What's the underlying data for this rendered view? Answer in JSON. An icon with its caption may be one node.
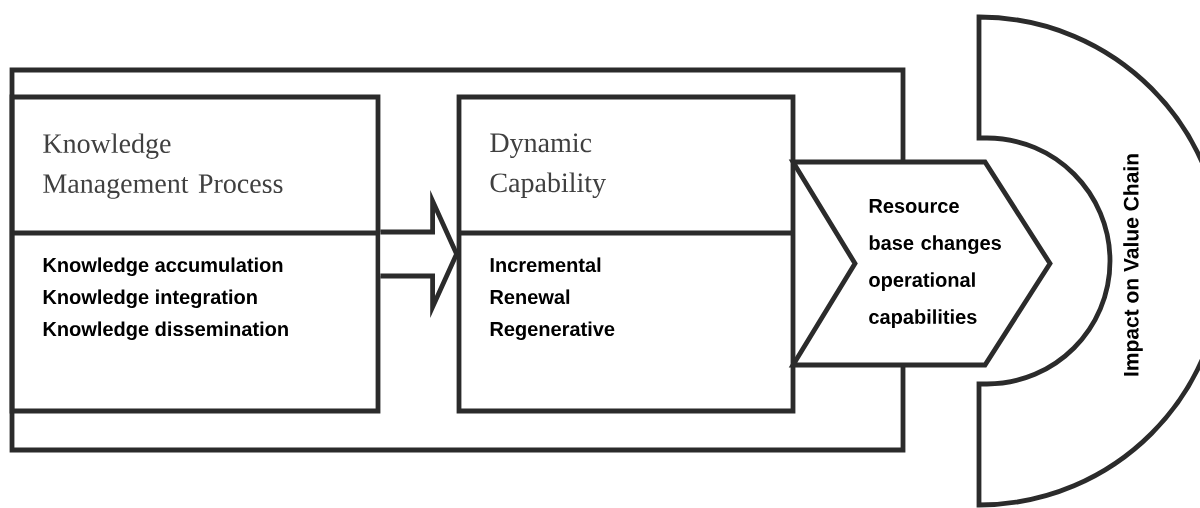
{
  "diagram": {
    "nodes": [
      {
        "text": [],
        "shape": "box"
      },
      {
        "text": [
          "Knowledge Management Process",
          "Knowledge accumulation",
          "Knowledge integration",
          "Knowledge dissemination"
        ],
        "in": 0
      },
      {
        "text": [
          "Dynamic Capability",
          "Incremental",
          "Renewal",
          "Regenerative"
        ],
        "in": 0
      },
      {
        "text": [
          "Resource base changes operational capabilities"
        ]
      },
      {
        "text": [
          "Impact on Value Chain"
        ]
      }
    ],
    "edges": [
      {
        "from": 1,
        "to": 2,
        "arrow": "to"
      }
    ]
  }
}
